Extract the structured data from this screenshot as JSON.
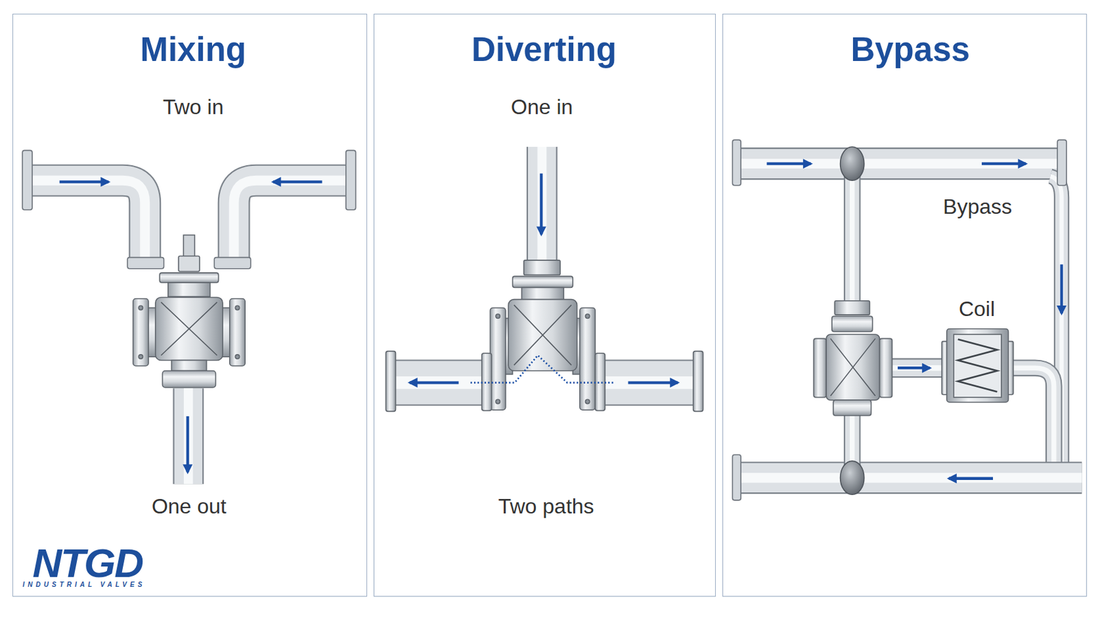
{
  "diagram": {
    "nodes": [
      {
        "text": [
          "Mixing",
          "Two in",
          "One out"
        ]
      },
      {
        "text": [
          "Diverting",
          "One in",
          "Two paths"
        ]
      },
      {
        "text": [
          "Bypass"
        ]
      },
      {
        "text": [
          "Coil"
        ],
        "in": 2
      }
    ],
    "labels": [
      "Bypass",
      "NTGD",
      "INDUSTRIAL VALVES"
    ]
  }
}
